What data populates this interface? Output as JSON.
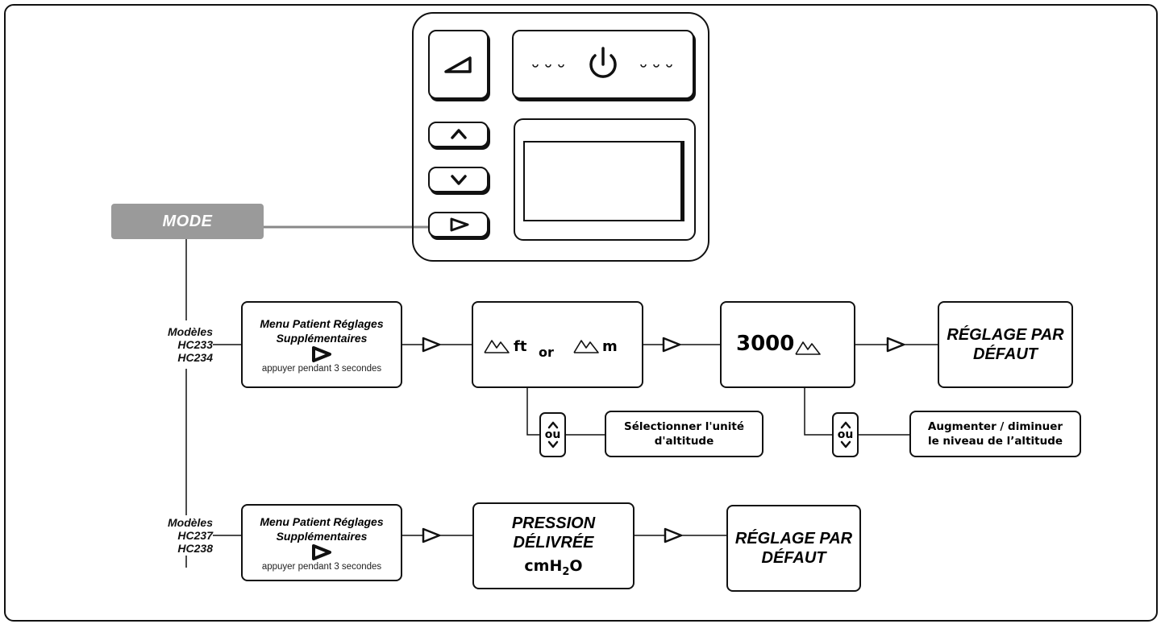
{
  "mode_label": "MODE",
  "group_a": {
    "models_label": [
      "Modèles",
      "HC233",
      "HC234"
    ],
    "menu_title": [
      "Menu Patient Réglages",
      "Supplémentaires"
    ],
    "menu_note": "appuyer pendant 3 secondes",
    "unit_box": {
      "ft": "ft",
      "or": "or",
      "m": "m"
    },
    "altitude_value": "3000",
    "default_label": [
      "RÉGLAGE PAR",
      "DÉFAUT"
    ],
    "ou_label": "ou",
    "unit_desc": [
      "Sélectionner l'unité",
      "d'altitude"
    ],
    "altitude_desc": [
      "Augmenter / diminuer",
      "le niveau de l’altitude"
    ]
  },
  "group_b": {
    "models_label": [
      "Modèles",
      "HC237",
      "HC238"
    ],
    "menu_title": [
      "Menu Patient Réglages",
      "Supplémentaires"
    ],
    "menu_note": "appuyer pendant 3 secondes",
    "pressure_label": [
      "PRESSION",
      "DÉLIVRÉE"
    ],
    "pressure_unit": {
      "base": "cmH",
      "sub": "2",
      "end": "O"
    },
    "default_label": [
      "RÉGLAGE PAR",
      "DÉFAUT"
    ]
  },
  "icons": [
    "ramp-icon",
    "power-icon",
    "up-arrow-icon",
    "down-arrow-icon",
    "right-triangle-icon",
    "mountain-icon"
  ],
  "colors": {
    "line": "#111111",
    "mode_fill": "#9a9a9a",
    "mode_text": "#ffffff",
    "arrow": "#888888"
  }
}
